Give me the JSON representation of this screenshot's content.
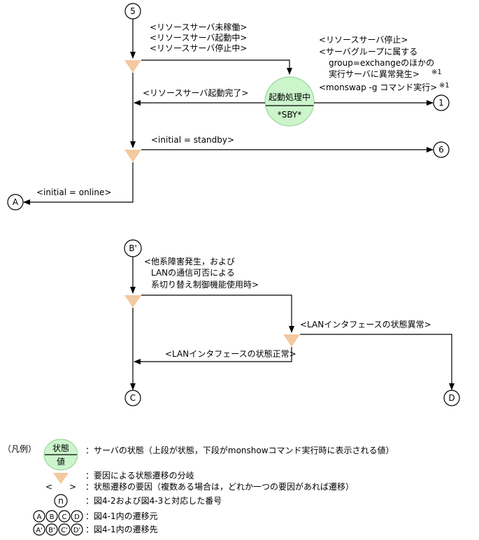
{
  "nodes": {
    "n5": "5",
    "n1": "1",
    "n6": "6",
    "A": "A",
    "Bp": "B'",
    "C": "C",
    "D": "D"
  },
  "top": {
    "cond_in": [
      "<リソースサーバ未稼働>",
      "<リソースサーバ起動中>",
      "<リソースサーバ停止中>"
    ],
    "cond_to1": [
      "<リソースサーバ停止>",
      "<サーバグループに属する",
      "group=exchangeのほかの",
      "実行サーバに異常発生>",
      "<monswap -g コマンド実行>"
    ],
    "note_mark": "※1",
    "cond_back": "<リソースサーバ起動完了>",
    "state_name": "起動処理中",
    "state_value": "*SBY*",
    "cond_to6": "<initial = standby>",
    "cond_toA": "<initial = online>"
  },
  "bottom": {
    "cond_in": [
      "<他系障害発生，および",
      "LANの通信可否による",
      "系切り替え制御機能使用時>"
    ],
    "cond_abnormal": "<LANインタフェースの状態異常>",
    "cond_normal": "<LANインタフェースの状態正常>"
  },
  "legend": {
    "title": "（凡例）",
    "state_line1": "状態",
    "state_line2": "値",
    "state_desc": "：サーバの状態（上段が状態，下段がmonshowコマンド実行時に表示される値）",
    "branch_desc": "：要因による状態遷移の分岐",
    "factor_symbol": "<　　>",
    "factor_desc": "：状態遷移の要因（複数ある場合は，どれか一つの要因があれば遷移）",
    "n_symbol": "n",
    "n_desc": "：図4-2および図4-3と対応した番号",
    "src_nodes": [
      "A",
      "B",
      "C",
      "D"
    ],
    "src_desc": "：図4-1内の遷移元",
    "dst_nodes": [
      "A'",
      "B'",
      "C'",
      "D'"
    ],
    "dst_desc": "：図4-1内の遷移先"
  }
}
